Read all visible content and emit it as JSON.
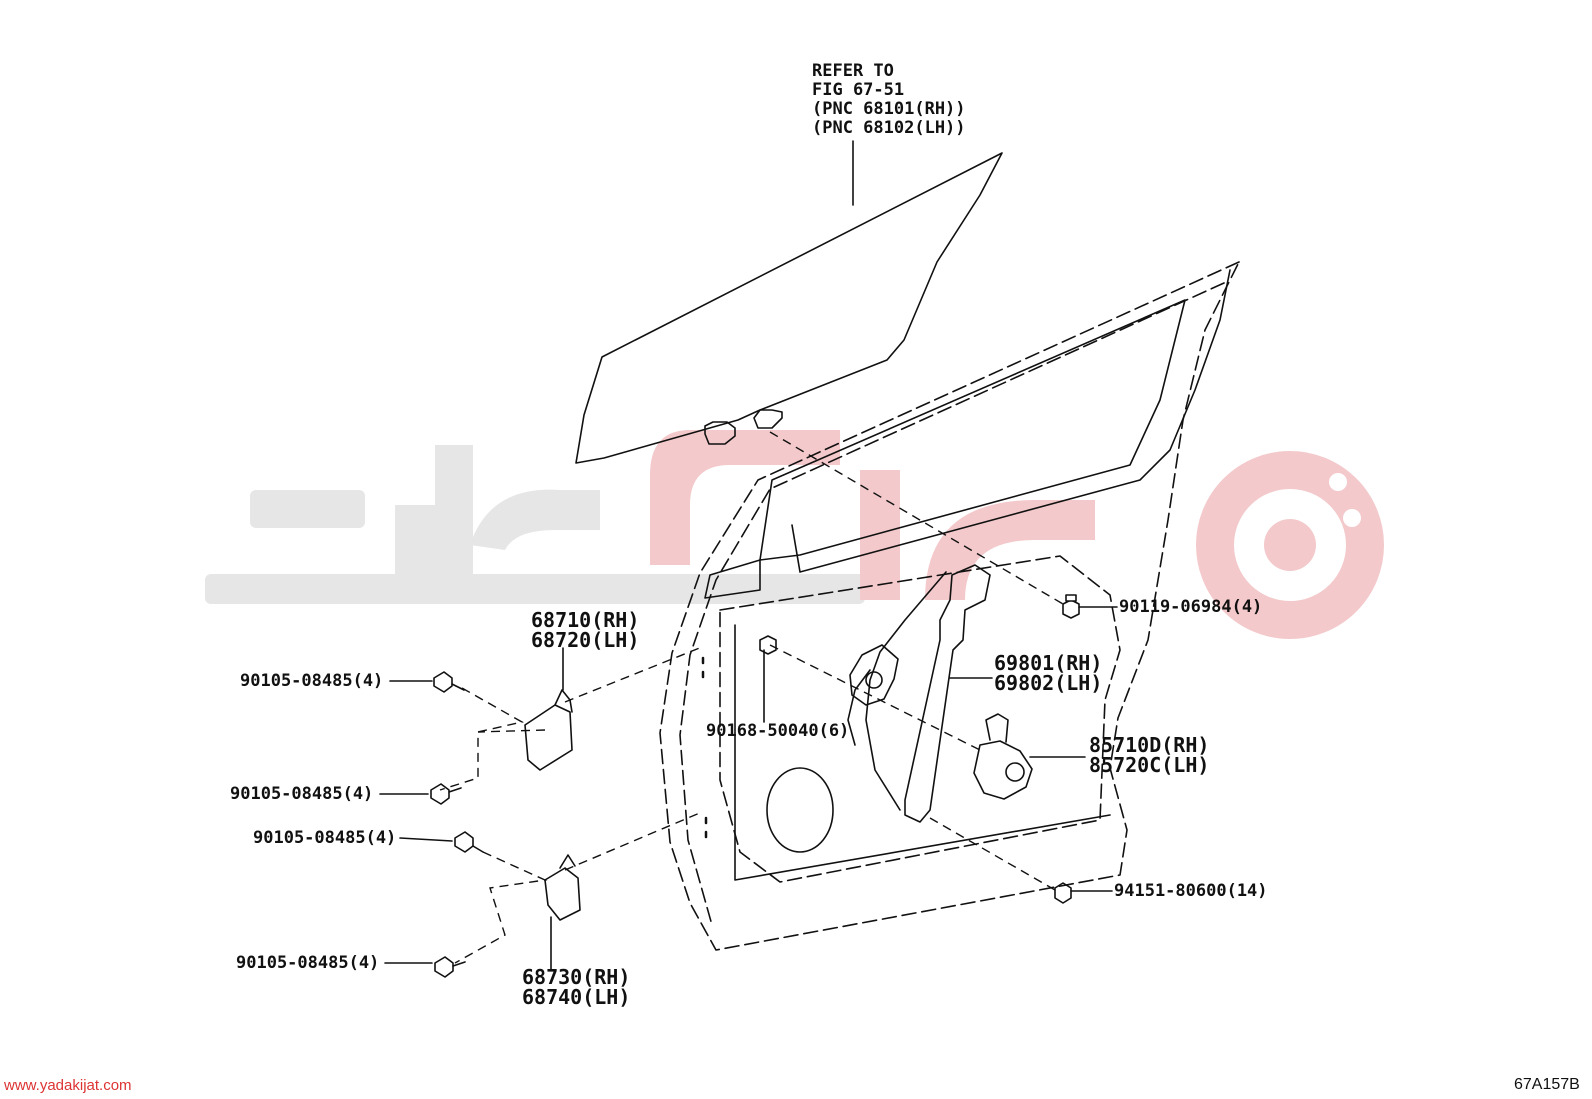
{
  "reference_note": [
    "REFER TO",
    "FIG 67-51",
    "(PNC 68101(RH))",
    "(PNC 68102(LH))"
  ],
  "parts": {
    "upper_hinge": [
      "68710(RH)",
      "68720(LH)"
    ],
    "lower_hinge": [
      "68730(RH)",
      "68740(LH)"
    ],
    "regulator": [
      "69801(RH)",
      "69802(LH)"
    ],
    "motor": [
      "85710D(RH)",
      "85720C(LH)"
    ],
    "bolt_upper_hinge_top": "90105-08485(4)",
    "bolt_upper_hinge_bottom": "90105-08485(4)",
    "bolt_lower_hinge_top": "90105-08485(4)",
    "bolt_lower_hinge_bottom": "90105-08485(4)",
    "bolt_regulator": "90119-06984(4)",
    "clip": "90168-50040(6)",
    "nut": "94151-80600(14)"
  },
  "footer": {
    "website": "www.yadakijat.com",
    "figure_code": "67A157B"
  },
  "colors": {
    "line": "#111111",
    "watermark_gray": "#e6e6e6",
    "watermark_red": "#f3c9cb",
    "website_text": "#d33333"
  }
}
